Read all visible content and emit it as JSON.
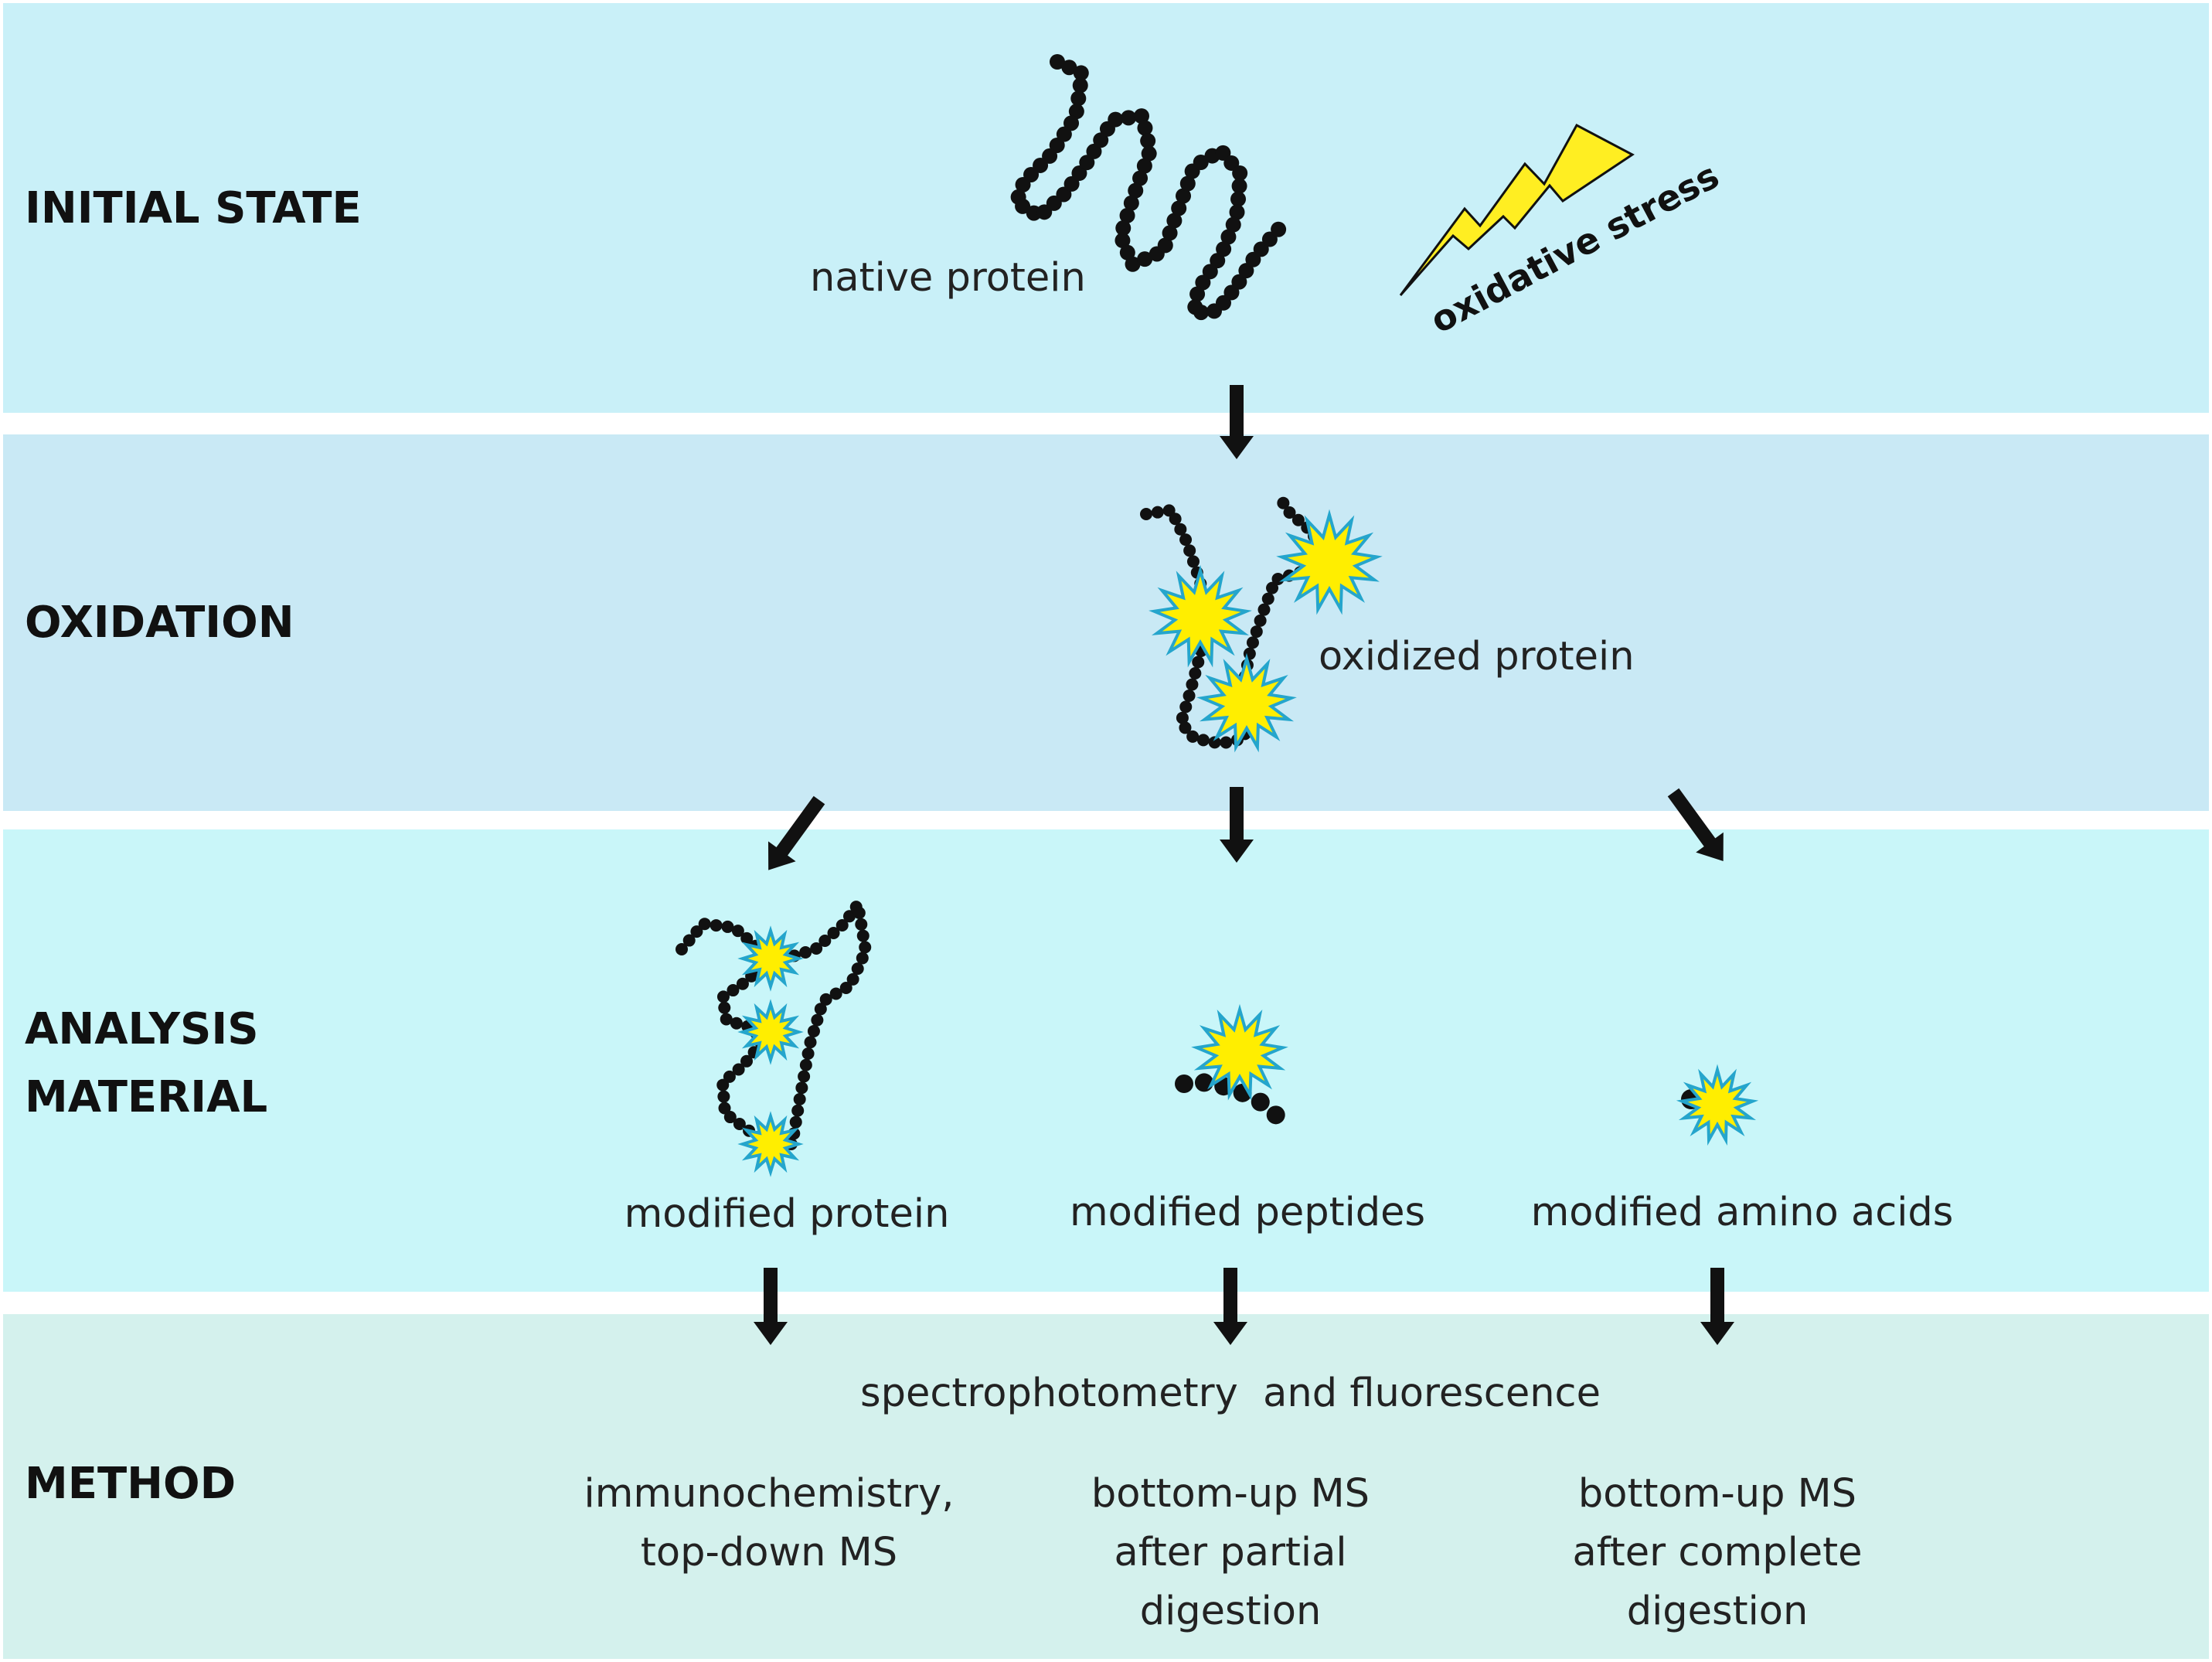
{
  "colors": {
    "band_initial": "#c9f0f8",
    "band_oxidation": "#c9e9f5",
    "band_analysis": "#c9f6f9",
    "band_method": "#d4f1ed",
    "chain": "#111111",
    "spark_fill": "#ffee00",
    "spark_stroke": "#25a5cc",
    "bolt_fill": "#ffee22",
    "arrow": "#111111"
  },
  "rows": {
    "initial": {
      "label": "INITIAL STATE"
    },
    "oxidation": {
      "label": "OXIDATION"
    },
    "analysis": {
      "label_lines": [
        "ANALYSIS",
        "MATERIAL"
      ]
    },
    "method": {
      "label": "METHOD"
    }
  },
  "captions": {
    "native_protein": "native protein",
    "oxidative_stress": "oxidative stress",
    "oxidized_protein": "oxidized protein",
    "modified_protein": "modified protein",
    "modified_peptides": "modified peptides",
    "modified_amino_acids": "modified amino acids",
    "spectrophotometry": "spectrophotometry  and fluorescence",
    "method_left": [
      "immunochemistry,",
      "top-down MS"
    ],
    "method_center": [
      "bottom-up MS",
      "after partial",
      "digestion"
    ],
    "method_right": [
      "bottom-up MS",
      "after complete",
      "digestion"
    ]
  }
}
